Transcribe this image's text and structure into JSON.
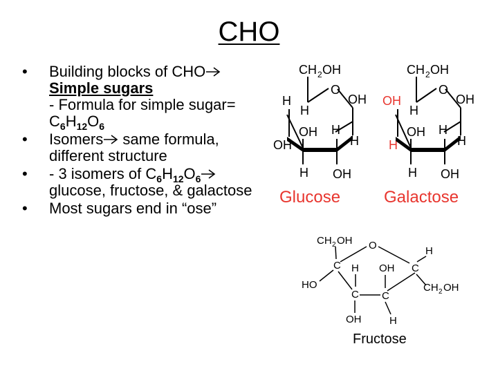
{
  "slide": {
    "title": "CHO",
    "bullets": {
      "b1_text": "Building blocks of CHO",
      "b1_sub_bold": "Simple sugars",
      "b1_formula_prefix": "- Formula for simple sugar= C",
      "b2_text_a": "Isomers",
      "b2_text_b": " same formula, different structure",
      "b3_text": "- 3 isomers of C",
      "b3_after": "glucose, fructose, & galactose",
      "b4_text": "Most sugars end in “ose”",
      "bullet_char": "•",
      "sub6": "6",
      "sub12": "12",
      "H": "H",
      "O": "O"
    }
  },
  "figures": {
    "glucose_label": "Glucose",
    "galactose_label": "Galactose",
    "fructose_label": "Fructose",
    "label_color": "#e8352e",
    "h_color": "#e8352e"
  }
}
